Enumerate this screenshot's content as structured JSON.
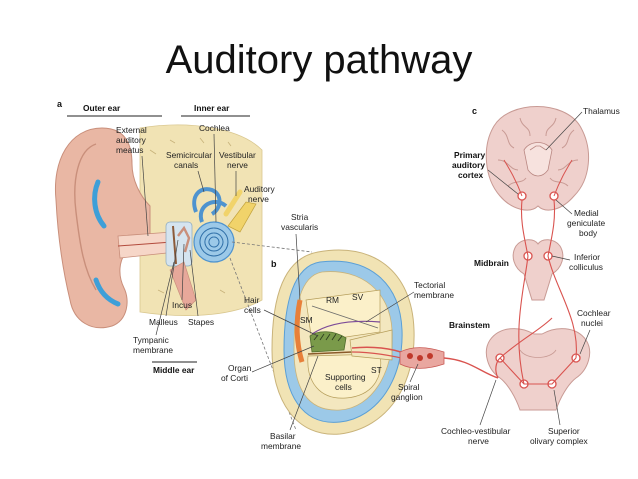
{
  "title": "Auditory pathway",
  "colors": {
    "skin": "#e9b7a4",
    "skin_dark": "#c98f7b",
    "bone": "#f1e3b4",
    "fluid_blue": "#9cc9e8",
    "cochlea_blue": "#5a9fd6",
    "brain": "#efd0cc",
    "brain_line": "#c89a94",
    "nerve_red": "#d9534f",
    "organ_orange": "#e8803a"
  },
  "panels": {
    "a": {
      "letter": "a",
      "headers": {
        "outer_ear": "Outer ear",
        "inner_ear": "Inner ear",
        "middle_ear": "Middle ear"
      },
      "labels": {
        "external_meatus_1": "External",
        "external_meatus_2": "auditory",
        "external_meatus_3": "meatus",
        "cochlea": "Cochlea",
        "semicircular_1": "Semicircular",
        "semicircular_2": "canals",
        "vestibular_1": "Vestibular",
        "vestibular_2": "nerve",
        "auditory_nerve_1": "Auditory",
        "auditory_nerve_2": "nerve",
        "incus": "Incus",
        "malleus": "Malleus",
        "stapes": "Stapes",
        "tympanic_1": "Tympanic",
        "tympanic_2": "membrane"
      }
    },
    "b": {
      "letter": "b",
      "labels": {
        "stria_1": "Stria",
        "stria_2": "vascularis",
        "tectorial_1": "Tectorial",
        "tectorial_2": "membrane",
        "hair_1": "Hair",
        "hair_2": "cells",
        "rm": "RM",
        "sv": "SV",
        "sm": "SM",
        "st": "ST",
        "supporting_1": "Supporting",
        "supporting_2": "cells",
        "organ_1": "Organ",
        "organ_2": "of Corti",
        "spiral_1": "Spiral",
        "spiral_2": "ganglion",
        "basilar_1": "Basilar",
        "basilar_2": "membrane"
      }
    },
    "c": {
      "letter": "c",
      "labels": {
        "thalamus": "Thalamus",
        "primary_1": "Primary",
        "primary_2": "auditory",
        "primary_3": "cortex",
        "medial_1": "Medial",
        "medial_2": "geniculate",
        "medial_3": "body",
        "midbrain": "Midbrain",
        "inferior_1": "Inferior",
        "inferior_2": "colliculus",
        "brainstem": "Brainstem",
        "cochlear_1": "Cochlear",
        "cochlear_2": "nuclei",
        "cv_1": "Cochleo-vestibular",
        "cv_2": "nerve",
        "superior_1": "Superior",
        "superior_2": "olivary complex"
      }
    }
  }
}
